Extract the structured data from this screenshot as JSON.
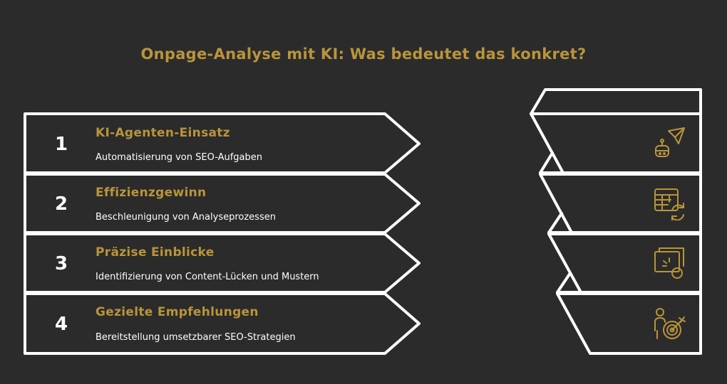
{
  "title": "Onpage-Analyse mit KI: Was bedeutet das konkret?",
  "steps": [
    {
      "number": "1",
      "title": "KI-Agenten-Einsatz",
      "description": "Automatisierung von SEO-Aufgaben",
      "icon": "robot-send-icon"
    },
    {
      "number": "2",
      "title": "Effizienzgewinn",
      "description": "Beschleunigung von Analyseprozessen",
      "icon": "table-refresh-icon"
    },
    {
      "number": "3",
      "title": "Präzise Einblicke",
      "description": "Identifizierung von Content-Lücken und Mustern",
      "icon": "window-click-icon"
    },
    {
      "number": "4",
      "title": "Gezielte Empfehlungen",
      "description": "Bereitstellung umsetzbarer SEO-Strategien",
      "icon": "person-target-icon"
    }
  ],
  "colors": {
    "background": "#2b2b2b",
    "accent": "#b9953a",
    "stroke": "#ffffff"
  }
}
